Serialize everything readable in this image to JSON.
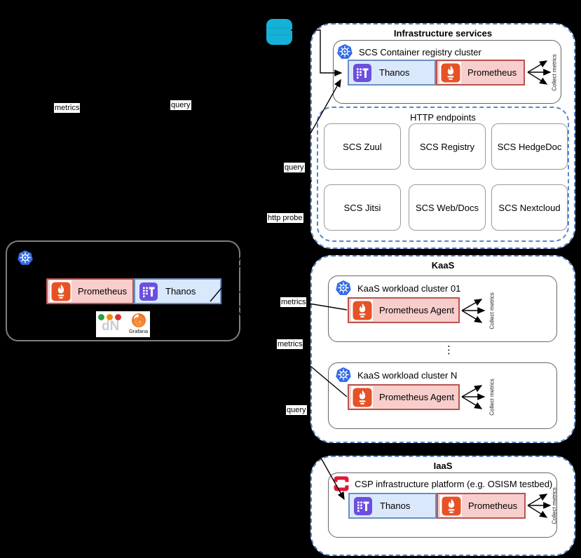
{
  "colors": {
    "background": "#000000",
    "zone_border_blue": "#5b87c5",
    "thanos_fill": "#dae8fc",
    "thanos_border": "#6c8ebf",
    "prometheus_fill": "#f8cecc",
    "prometheus_border": "#b85450",
    "kubernetes_blue": "#326ce5",
    "prometheus_orange": "#e75225",
    "thanos_purple": "#6c4fe0",
    "openstack_red": "#e0193a",
    "object_storage_cyan": "#15b1d6",
    "grafana_orange": "#e8590c"
  },
  "shared": {
    "collect_metrics": "Collect metrics",
    "ellipsis": "⋮"
  },
  "edge_labels": {
    "top_metrics": "metrics",
    "top_query": "query",
    "query_registry": "query",
    "http_probe": "http probe",
    "metrics_kaas_01": "metrics",
    "metrics_kaas_n": "metrics",
    "query_iaas": "query"
  },
  "observer_cluster": {
    "prometheus_label": "Prometheus",
    "thanos_label": "Thanos",
    "dnation_label": "dN",
    "grafana_label": "Grafana"
  },
  "infrastructure_services": {
    "title": "Infrastructure services",
    "registry_cluster": {
      "label": "SCS Container registry cluster",
      "thanos_label": "Thanos",
      "prometheus_label": "Prometheus"
    },
    "http_endpoints": {
      "title": "HTTP endpoints",
      "items": [
        "SCS Zuul",
        "SCS Registry",
        "SCS HedgeDoc",
        "SCS Jitsi",
        "SCS Web/Docs",
        "SCS Nextcloud"
      ]
    }
  },
  "kaas": {
    "title": "KaaS",
    "cluster_01": {
      "label": "KaaS workload cluster 01",
      "agent_label": "Prometheus Agent"
    },
    "cluster_n": {
      "label": "KaaS workload cluster N",
      "agent_label": "Prometheus Agent"
    }
  },
  "iaas": {
    "title": "IaaS",
    "platform": {
      "label": "CSP infrastructure platform (e.g. OSISM testbed)",
      "thanos_label": "Thanos",
      "prometheus_label": "Prometheus"
    }
  }
}
